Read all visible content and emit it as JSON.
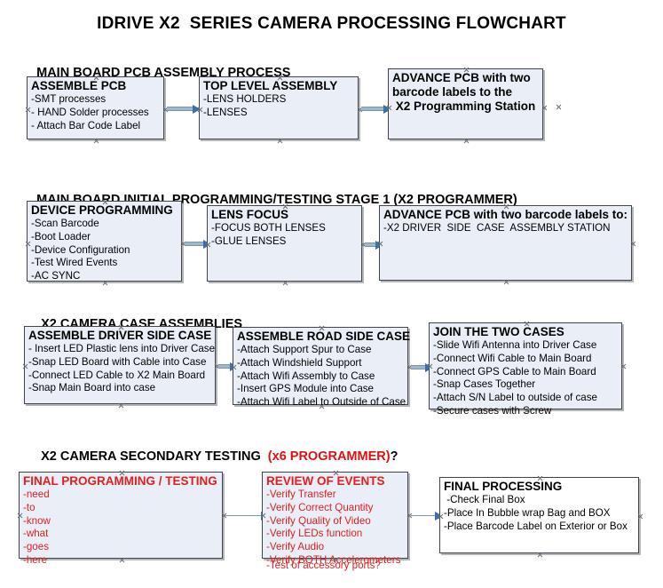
{
  "document": {
    "title": "IDRIVE X2  SERIES CAMERA PROCESSING FLOWCHART"
  },
  "colors": {
    "box_fill": "#e9eef7",
    "box_border": "#41444b",
    "accent_red": "#e02020",
    "connector_blue": "#9fb6cd",
    "arrowhead_blue": "#3b6fa8"
  },
  "sections": [
    {
      "id": "main-board-pcb-assembly-process",
      "heading": "MAIN BOARD PCB ASSEMBLY PROCESS",
      "heading_accent": "",
      "heading_suffix": "",
      "nodes": [
        {
          "id": "assemble-pcb",
          "title": "ASSEMBLE PCB",
          "lines": [
            "-SMT processes",
            "- HAND Solder processes",
            "- Attach Bar Code Label"
          ]
        },
        {
          "id": "top-level-assembly",
          "title": "TOP LEVEL ASSEMBLY",
          "lines": [
            "-LENS HOLDERS",
            "-LENSES"
          ]
        },
        {
          "id": "advance-pcb-to-x2-programming-station",
          "title": "ADVANCE PCB with two\nbarcode labels to the\n X2 Programming Station",
          "lines": []
        }
      ]
    },
    {
      "id": "main-board-initial-programming-testing-stage-1",
      "heading": "MAIN BOARD INITIAL PROGRAMMING/TESTING STAGE 1 (X2 PROGRAMMER)",
      "heading_accent": "",
      "heading_suffix": "",
      "nodes": [
        {
          "id": "device-programming",
          "title": "DEVICE PROGRAMMING",
          "lines": [
            "-Scan Barcode",
            "-Boot Loader",
            "-Device Configuration",
            "-Test Wired Events",
            "-AC SYNC"
          ]
        },
        {
          "id": "lens-focus",
          "title": "LENS FOCUS",
          "lines": [
            "-FOCUS BOTH LENSES",
            "-GLUE LENSES"
          ]
        },
        {
          "id": "advance-pcb-to-driver-side-case-assembly",
          "title": "ADVANCE PCB with two barcode labels to:",
          "lines": [
            "-X2 DRIVER  SIDE  CASE  ASSEMBLY STATION"
          ]
        }
      ]
    },
    {
      "id": "x2-camera-case-assemblies",
      "heading": "X2 CAMERA CASE ASSEMBLIES",
      "heading_accent": "",
      "heading_suffix": "",
      "nodes": [
        {
          "id": "assemble-driver-side-case",
          "title": "ASSEMBLE DRIVER SIDE CASE",
          "lines": [
            "- Insert LED Plastic lens into Driver Case",
            "-Snap LED Board with Cable into Case",
            "-Connect LED Cable to X2 Main Board",
            "-Snap Main Board into case"
          ]
        },
        {
          "id": "assemble-road-side-case",
          "title": "ASSEMBLE ROAD SIDE CASE",
          "lines": [
            "-Attach Support Spur to Case",
            "-Attach Windshield Support",
            "-Attach Wifi Assembly to Case",
            "-Insert GPS Module into Case",
            "-Attach Wifi Label to Outside of Case"
          ]
        },
        {
          "id": "join-the-two-cases",
          "title": "JOIN THE TWO CASES",
          "lines": [
            "-Slide Wifi Antenna into Driver Case",
            "-Connect Wifi Cable to Main Board",
            "-Connect GPS Cable to Main Board",
            "-Snap Cases Together",
            "-Attach S/N Label to outside of case",
            "-Secure cases with Screw"
          ]
        }
      ]
    },
    {
      "id": "x2-camera-secondary-testing",
      "heading": "X2 CAMERA SECONDARY TESTING  ",
      "heading_accent": "(x6 PROGRAMMER)",
      "heading_suffix": "?",
      "nodes": [
        {
          "id": "final-programming-testing",
          "title": "FINAL PROGRAMMING / TESTING",
          "lines": [
            "-need",
            "-to",
            "-know",
            "-what",
            "-goes",
            "-here"
          ]
        },
        {
          "id": "review-of-events",
          "title": "REVIEW OF EVENTS",
          "lines": [
            "-Verify Transfer",
            "-Verify Correct Quantity",
            "-Verify Quality of Video",
            "-Verify LEDs function",
            "-Verify Audio",
            "-Verify BOTH Accelerometers"
          ],
          "overflow_line": "-Test of accessory ports?"
        },
        {
          "id": "final-processing",
          "title": "FINAL PROCESSING",
          "lines": [
            " -Check Final Box",
            "-Place In Bubble wrap Bag and BOX",
            "-Place Barcode Label on Exterior or Box"
          ]
        }
      ]
    }
  ]
}
